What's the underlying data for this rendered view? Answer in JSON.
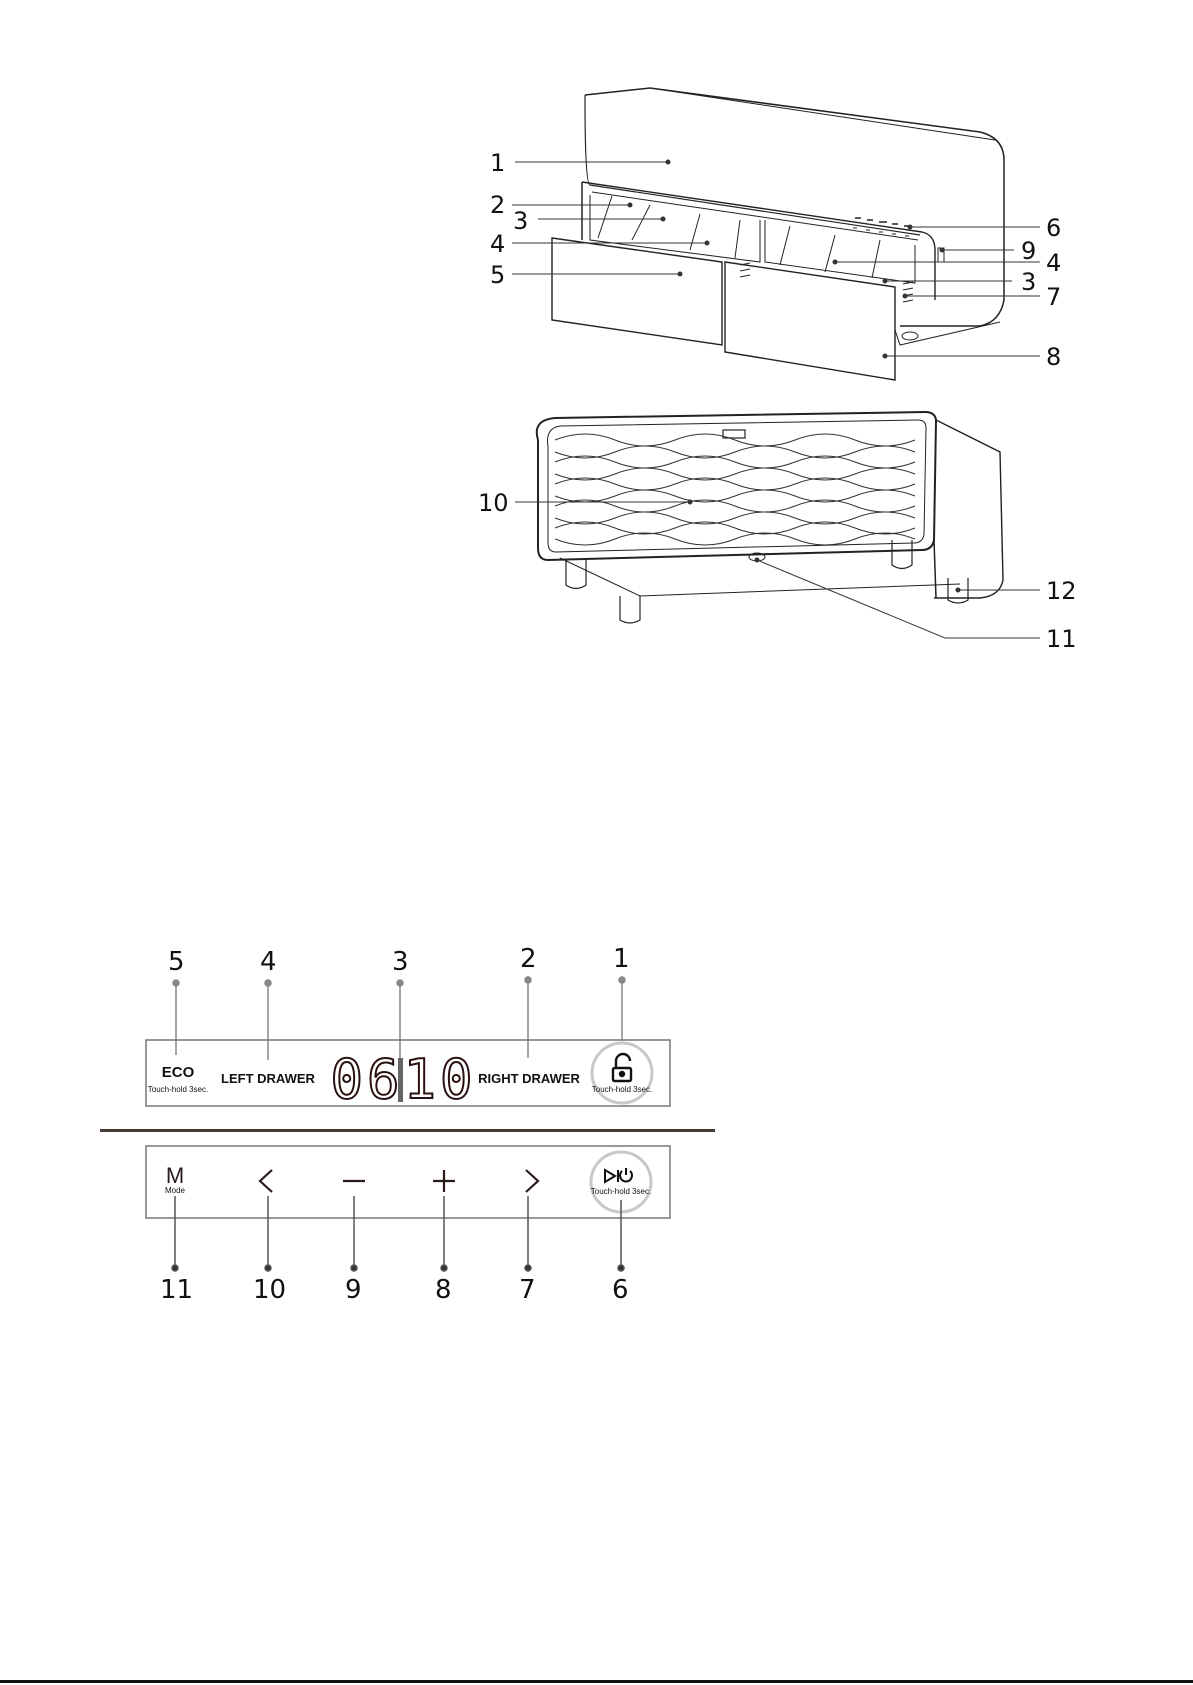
{
  "diagram": {
    "callouts_top": [
      "1",
      "2",
      "3",
      "4",
      "5",
      "6",
      "9",
      "4",
      "3",
      "7",
      "8"
    ],
    "callouts_back": [
      "10",
      "12",
      "11"
    ]
  },
  "panel": {
    "callouts_top": [
      "5",
      "4",
      "3",
      "2",
      "1"
    ],
    "callouts_bottom": [
      "11",
      "10",
      "9",
      "8",
      "7",
      "6"
    ],
    "eco_label": "ECO",
    "eco_sub": "Touch-hold 3sec.",
    "left_drawer_label": "LEFT DRAWER",
    "right_drawer_label": "RIGHT DRAWER",
    "display_left": "06",
    "display_right": "10",
    "lock_sub": "Touch-hold 3sec.",
    "mode_label": "M",
    "mode_sub": "Mode",
    "power_sub": "Touch-hold 3sec."
  }
}
